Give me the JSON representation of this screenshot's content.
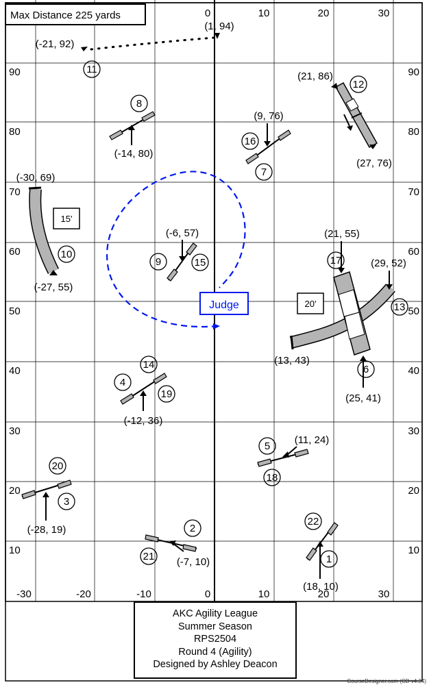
{
  "header": {
    "max_distance": "Max Distance 225 yards"
  },
  "title_block": {
    "lines": [
      "AKC Agility League",
      "Summer Season",
      "RPS2504",
      "Round 4 (Agility)",
      "Designed by Ashley Deacon"
    ]
  },
  "credit": "CourseDesigner.com (CD v4.34)",
  "axes": {
    "x_ticks": [
      "-30",
      "-20",
      "-10",
      "0",
      "10",
      "20",
      "30"
    ],
    "x_tick_values": [
      -30,
      -20,
      -10,
      0,
      10,
      20,
      30
    ],
    "y_ticks": [
      "10",
      "20",
      "30",
      "40",
      "50",
      "60",
      "70",
      "80",
      "90"
    ],
    "y_tick_values": [
      10,
      20,
      30,
      40,
      50,
      60,
      70,
      80,
      90
    ]
  },
  "coordinate_labels": [
    "(1, 94)",
    "(-21, 92)",
    "(21, 86)",
    "(9, 76)",
    "(-14, 80)",
    "(27, 76)",
    "(-30, 69)",
    "(-6, 57)",
    "(21, 55)",
    "(29, 52)",
    "(-27, 55)",
    "(13, 43)",
    "(25, 41)",
    "(-12, 36)",
    "(11, 24)",
    "(-28, 19)",
    "(-7, 10)",
    "(18, 10)"
  ],
  "obstacle_numbers": [
    "1",
    "2",
    "3",
    "4",
    "5",
    "6",
    "7",
    "8",
    "9",
    "10",
    "11",
    "12",
    "13",
    "14",
    "15",
    "16",
    "17",
    "18",
    "19",
    "20",
    "21",
    "22"
  ],
  "tunnel_labels": {
    "tunnel_10": "15'",
    "tunnel_13": "20'"
  },
  "judge_label": "Judge",
  "colors": {
    "judge": "#0018f0",
    "equipment": "#b4b4b4",
    "ink": "#000000"
  }
}
